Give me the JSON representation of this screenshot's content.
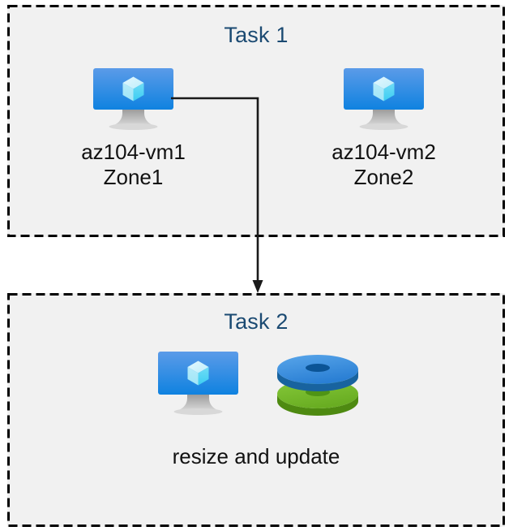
{
  "diagram": {
    "title_color": "#1b4a72",
    "box_fill": "#f1f1f1",
    "border_color": "#000000",
    "label_color": "#111111",
    "connector_color": "#1a1a1a"
  },
  "task1": {
    "title": "Task 1",
    "nodes": [
      {
        "icon": "virtual-machine-icon",
        "name": "az104-vm1",
        "zone": "Zone1",
        "caption": "az104-vm1\nZone1"
      },
      {
        "icon": "virtual-machine-icon",
        "name": "az104-vm2",
        "zone": "Zone2",
        "caption": "az104-vm2\nZone2"
      }
    ]
  },
  "task2": {
    "title": "Task 2",
    "icons": [
      {
        "icon": "virtual-machine-icon"
      },
      {
        "icon": "disks-icon"
      }
    ],
    "caption": "resize and update"
  },
  "connector": {
    "from": "az104-vm1",
    "to": "Task 2",
    "style": "elbow-arrow"
  },
  "icon_colors": {
    "vm_screen_top": "#5b9be8",
    "vm_screen_bottom": "#0f82e0",
    "vm_stand": "#b5b5b5",
    "cube_light": "#d6f3fd",
    "cube_mid": "#9ee4f8",
    "cube_bright": "#43d3f5",
    "disk_blue_top": "#3a8fe0",
    "disk_blue_side": "#1a6fc4",
    "disk_blue_hole": "#0b5496",
    "disk_green_top": "#72b82a",
    "disk_green_side": "#569013",
    "disk_green_hole": "#4f9415"
  }
}
